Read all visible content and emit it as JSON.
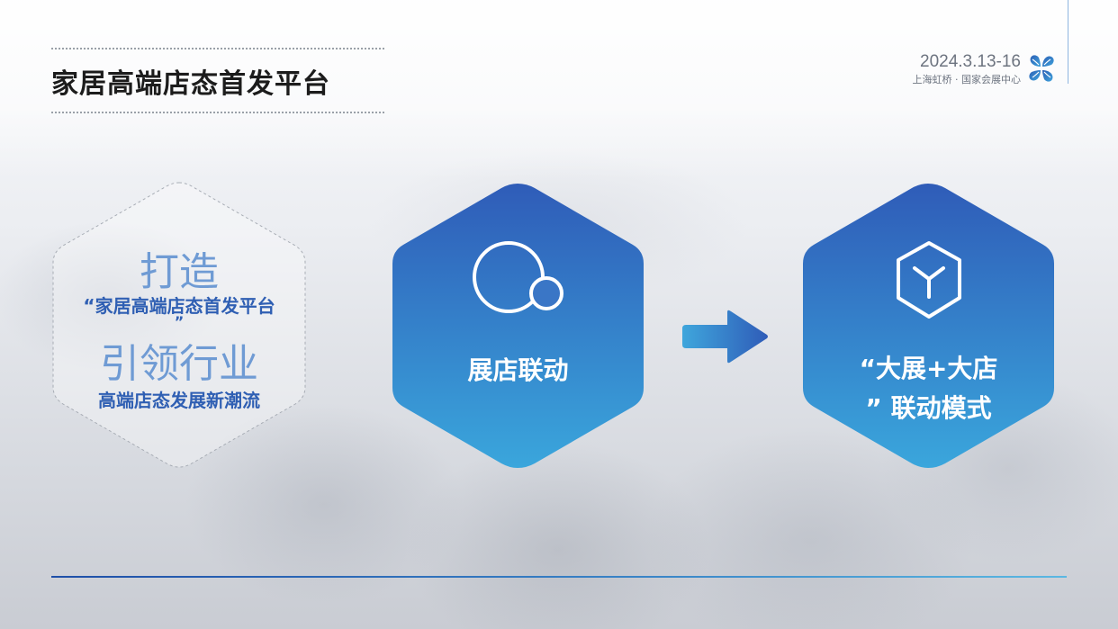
{
  "header": {
    "title": "家居高端店态首发平台"
  },
  "event": {
    "date": "2024.3.13-16",
    "venue": "上海虹桥 · 国家会展中心",
    "logo_icon": "clover-logo-icon"
  },
  "left_block": {
    "line1": "打造",
    "line2": "“家居高端店态首发平台",
    "line3": "”",
    "line4": "引领行业",
    "line5": "高端店态发展新潮流"
  },
  "hex_center": {
    "icon": "circles-icon",
    "label": "展店联动"
  },
  "arrow_icon": "arrow-right-icon",
  "hex_right": {
    "icon": "cube-icon",
    "line1": "“大展+大店",
    "line2": "” 联动模式"
  },
  "colors": {
    "hex_top": "#2f5cb8",
    "hex_bottom": "#3aa6dc",
    "accent_text": "#2f5fb3",
    "light_text": "#6f9bd4"
  }
}
